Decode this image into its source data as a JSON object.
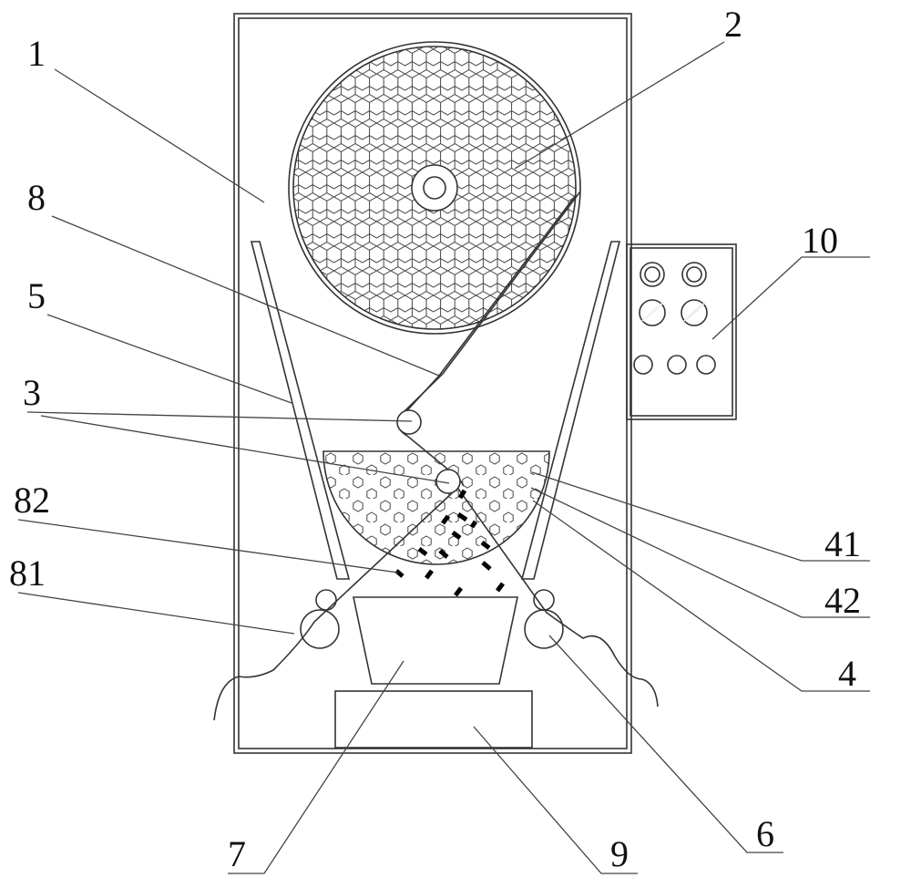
{
  "labels": {
    "housing": "1",
    "reel": "2",
    "belt": "8",
    "guide": "5",
    "rollers": "3",
    "strip_82": "82",
    "strip_81": "81",
    "control_panel": "10",
    "mesh_41": "41",
    "mesh_42": "42",
    "bowl": "4",
    "bucket": "7",
    "base": "9",
    "feed_roller": "6"
  },
  "colors": {
    "line": "#333333",
    "background": "#ffffff"
  }
}
